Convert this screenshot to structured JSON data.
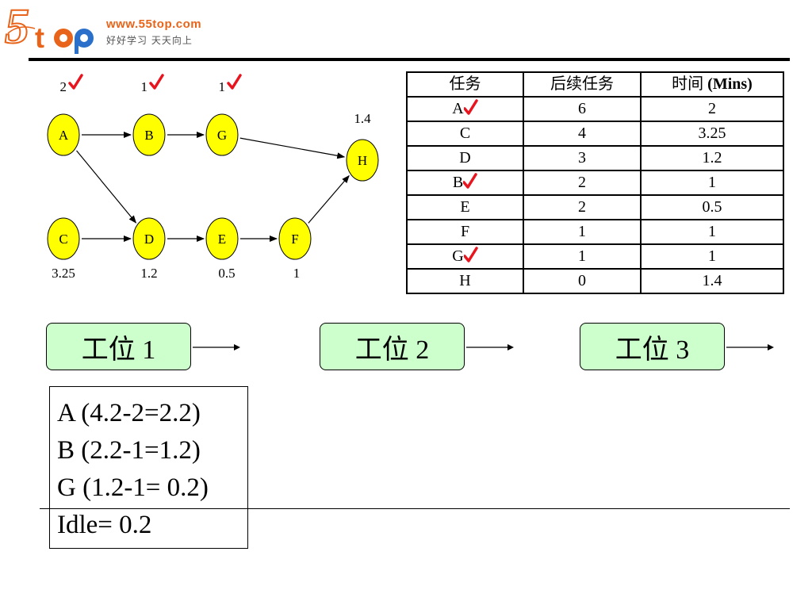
{
  "logo": {
    "url": "www.55top.com",
    "slogan": "好好学习 天天向上"
  },
  "diagram": {
    "nodes": [
      {
        "id": "A",
        "time": "2",
        "checked": true
      },
      {
        "id": "B",
        "time": "1",
        "checked": true
      },
      {
        "id": "G",
        "time": "1",
        "checked": true
      },
      {
        "id": "H",
        "time": "1.4",
        "checked": false
      },
      {
        "id": "C",
        "time": "3.25",
        "checked": false
      },
      {
        "id": "D",
        "time": "1.2",
        "checked": false
      },
      {
        "id": "E",
        "time": "0.5",
        "checked": false
      },
      {
        "id": "F",
        "time": "1",
        "checked": false
      }
    ],
    "edges": [
      [
        "A",
        "B"
      ],
      [
        "B",
        "G"
      ],
      [
        "G",
        "H"
      ],
      [
        "A",
        "D"
      ],
      [
        "C",
        "D"
      ],
      [
        "D",
        "E"
      ],
      [
        "E",
        "F"
      ],
      [
        "F",
        "H"
      ]
    ]
  },
  "table": {
    "headers": [
      "任务",
      "后续任务",
      "时间"
    ],
    "time_unit": "(Mins)",
    "rows": [
      {
        "task": "A",
        "successors": "6",
        "time": "2",
        "checked": true
      },
      {
        "task": "C",
        "successors": "4",
        "time": "3.25",
        "checked": false
      },
      {
        "task": "D",
        "successors": "3",
        "time": "1.2",
        "checked": false
      },
      {
        "task": "B",
        "successors": "2",
        "time": "1",
        "checked": true
      },
      {
        "task": "E",
        "successors": "2",
        "time": "0.5",
        "checked": false
      },
      {
        "task": "F",
        "successors": "1",
        "time": "1",
        "checked": false
      },
      {
        "task": "G",
        "successors": "1",
        "time": "1",
        "checked": true
      },
      {
        "task": "H",
        "successors": "0",
        "time": "1.4",
        "checked": false
      }
    ]
  },
  "stations": [
    {
      "label": "工位 1"
    },
    {
      "label": "工位 2"
    },
    {
      "label": "工位 3"
    }
  ],
  "calc_lines": [
    "A (4.2-2=2.2)",
    "B (2.2-1=1.2)",
    "G (1.2-1= 0.2)",
    "Idle= 0.2"
  ],
  "colors": {
    "node_fill": "#ffff00",
    "station_fill": "#ccffcc",
    "check": "#e8141e",
    "logo_orange": "#e8641a",
    "logo_blue": "#2a6fc9"
  }
}
